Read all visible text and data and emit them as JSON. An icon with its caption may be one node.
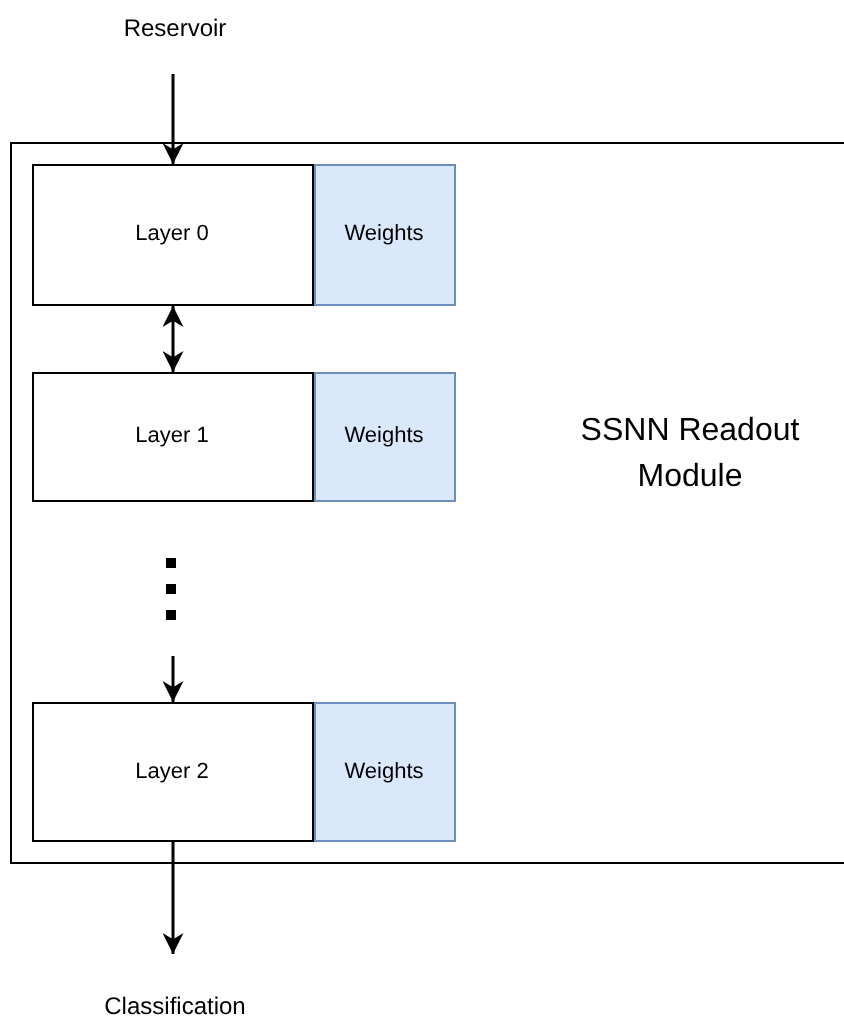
{
  "diagram": {
    "nodes": [
      {
        "text": [
          "Reservoir"
        ]
      },
      {
        "text": [
          "SSNN Readout Module"
        ]
      },
      {
        "text": [
          "Layer 0"
        ],
        "in": 1
      },
      {
        "text": [
          "Weights"
        ],
        "in": 1
      },
      {
        "text": [
          "Layer 1"
        ],
        "in": 1
      },
      {
        "text": [
          "Weights"
        ],
        "in": 1
      },
      {
        "text": [],
        "shape": "dots",
        "in": 1
      },
      {
        "text": [
          "Layer 2"
        ],
        "in": 1
      },
      {
        "text": [
          "Weights"
        ],
        "in": 1
      },
      {
        "text": [
          "Classification"
        ]
      }
    ],
    "edges": [
      {
        "from": 0,
        "to": 2,
        "arrow": "to"
      },
      {
        "from": 2,
        "to": 4,
        "arrow": "both"
      },
      {
        "from": 6,
        "to": 7,
        "arrow": "to"
      },
      {
        "from": 7,
        "to": 9,
        "arrow": "to"
      }
    ]
  }
}
